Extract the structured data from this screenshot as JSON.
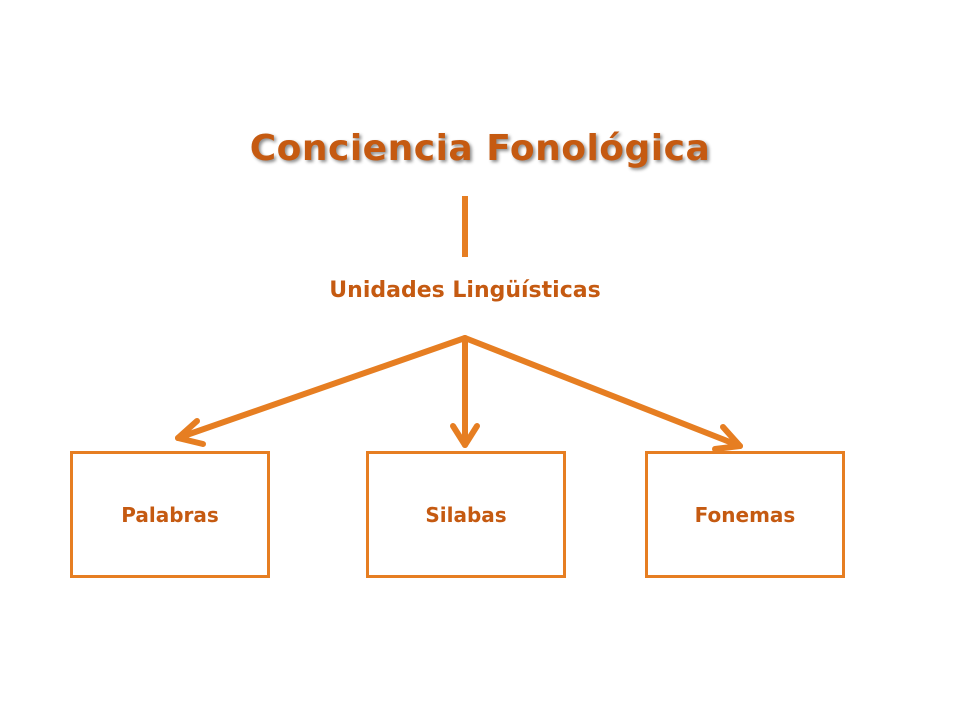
{
  "diagram": {
    "title": "Conciencia Fonológica",
    "subtitle": "Unidades Lingüísticas",
    "nodes": [
      {
        "label": "Palabras"
      },
      {
        "label": "Silabas"
      },
      {
        "label": "Fonemas"
      }
    ],
    "colors": {
      "text": "#C55A11",
      "lines": "#E67E22",
      "background": "#ffffff"
    }
  }
}
